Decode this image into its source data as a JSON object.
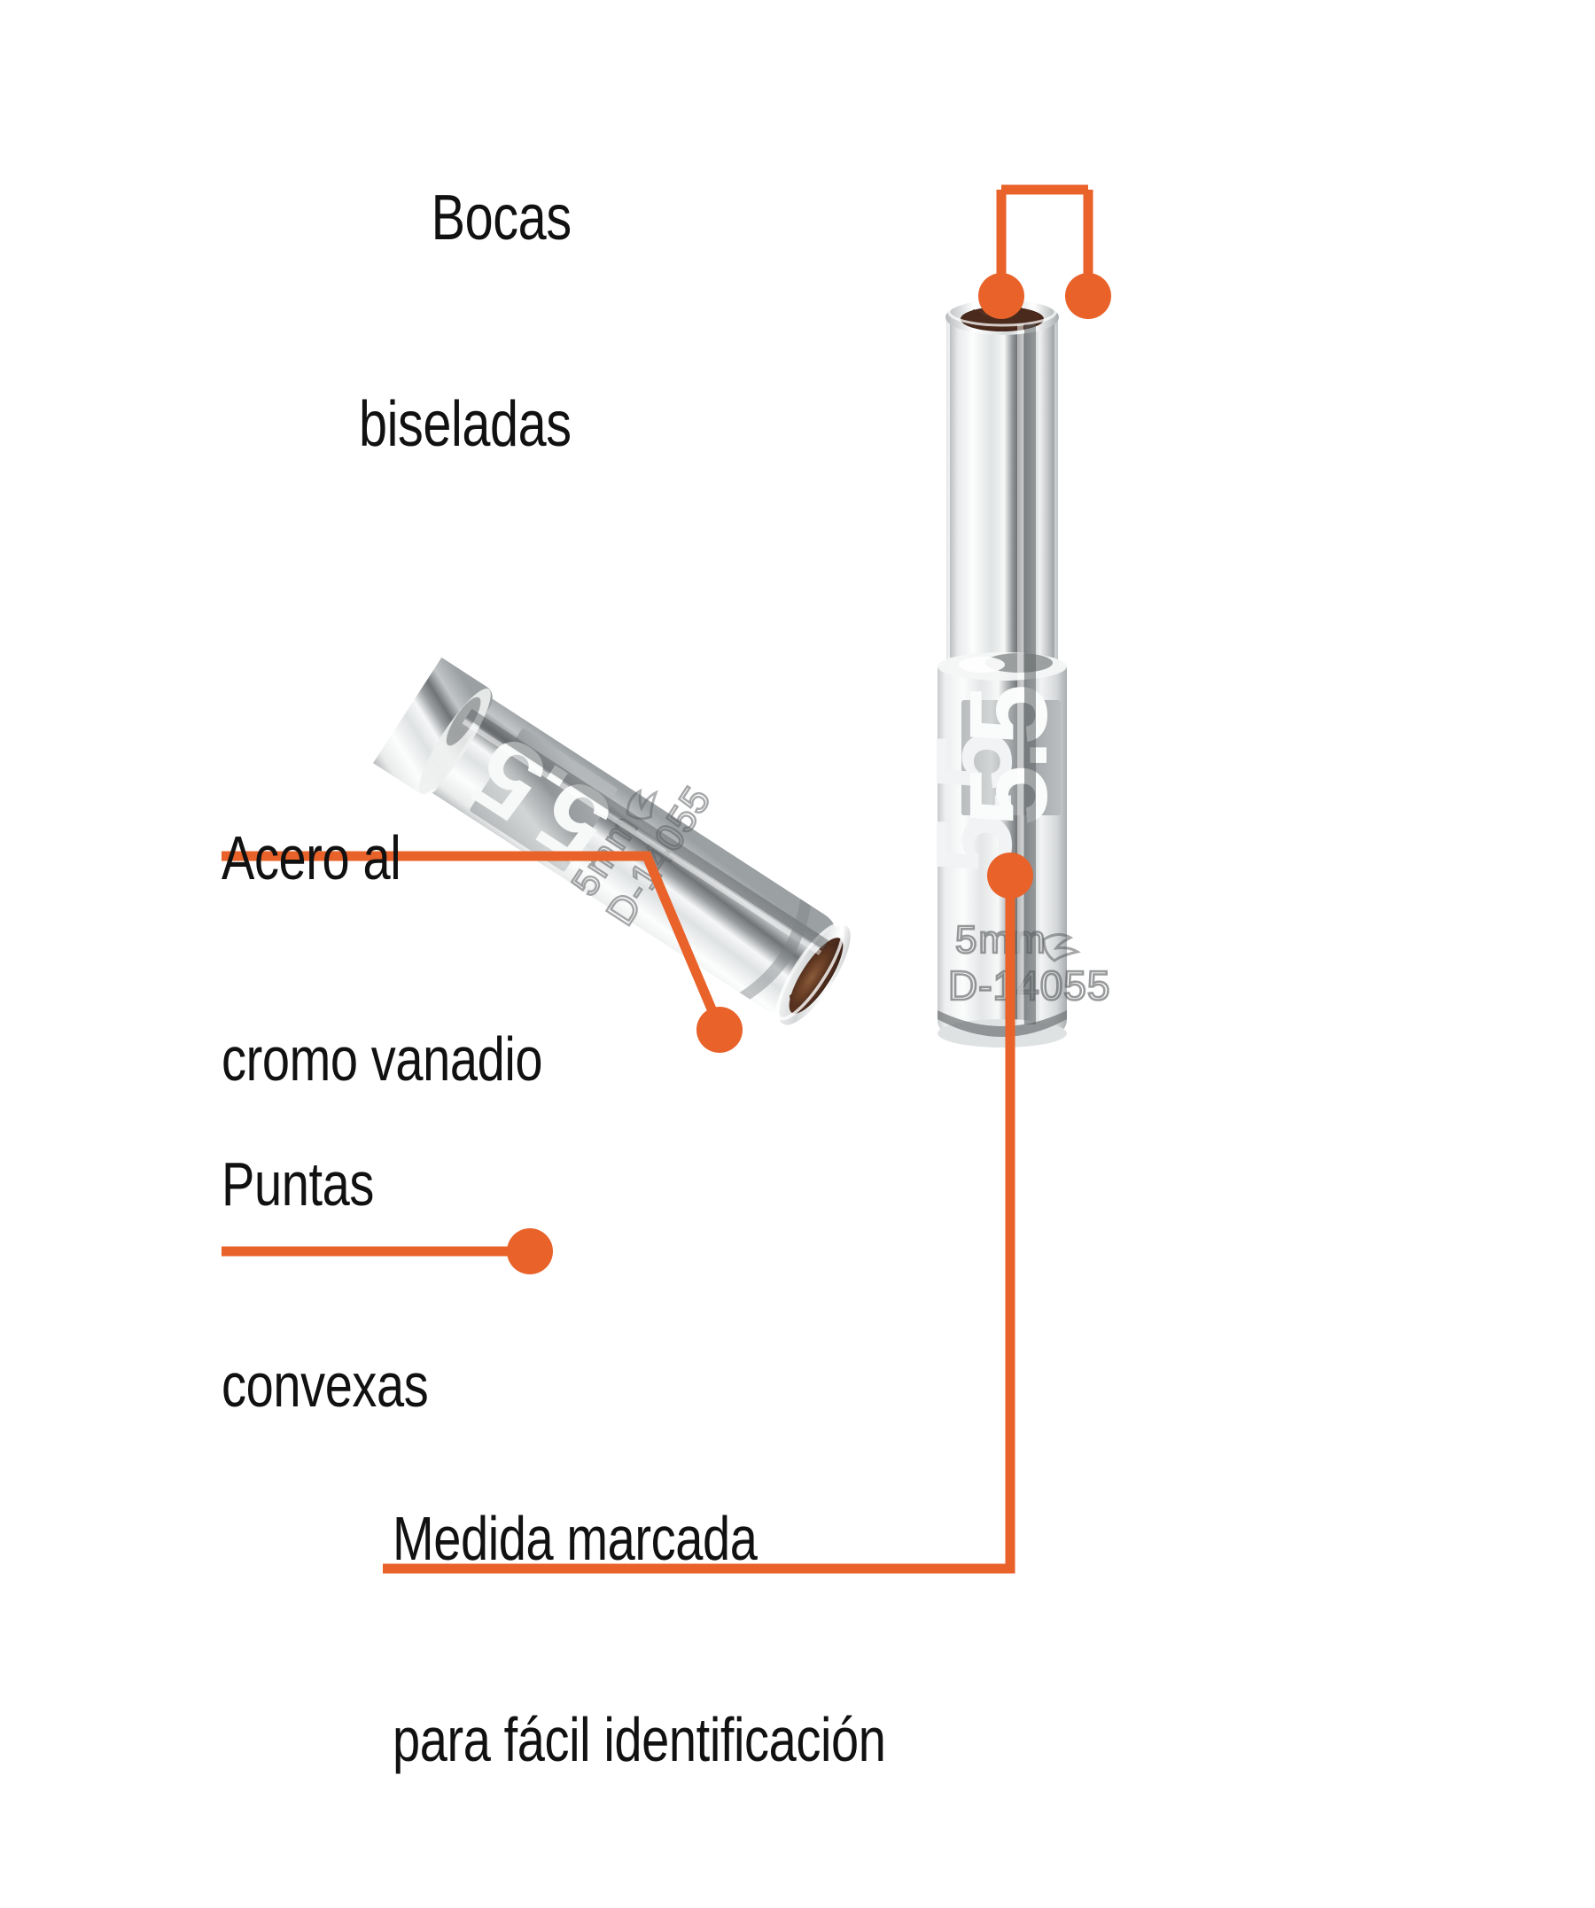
{
  "page": {
    "background_color": "#ffffff",
    "accent_color": "#E8622A",
    "text_color": "#111111",
    "language": "es"
  },
  "callouts": [
    {
      "id": "bocas-biseladas",
      "line1": "Bocas",
      "line2": "biseladas",
      "full_text": "Bocas biseladas",
      "align": "right",
      "points_to": "socket-opening-top"
    },
    {
      "id": "acero-cromo-vanadio",
      "line1": "Acero al",
      "line2": "cromo vanadio",
      "full_text": "Acero al cromo vanadio",
      "align": "left",
      "points_to": "tilted-socket-body"
    },
    {
      "id": "puntas-convexas",
      "line1": "Puntas",
      "line2": "convexas",
      "full_text": "Puntas convexas",
      "align": "left",
      "points_to": "tilted-socket-hex-opening"
    },
    {
      "id": "medida-marcada",
      "line1": "Medida marcada",
      "line2": "para fácil identificación",
      "full_text": "Medida marcada para fácil identificación",
      "align": "left",
      "points_to": "size-marking-5.5"
    }
  ],
  "product": {
    "type": "deep socket",
    "size_marking": "5.5",
    "engraving_size": "5mm",
    "engraving_code": "D-14055",
    "brand_logo": "pliers-icon",
    "finish": "chrome",
    "material": "chrome vanadium steel",
    "count": 2
  },
  "icons": {
    "connector_dot": "dot-marker",
    "leader_line": "leader-line",
    "brand_mark": "pliers-icon"
  }
}
